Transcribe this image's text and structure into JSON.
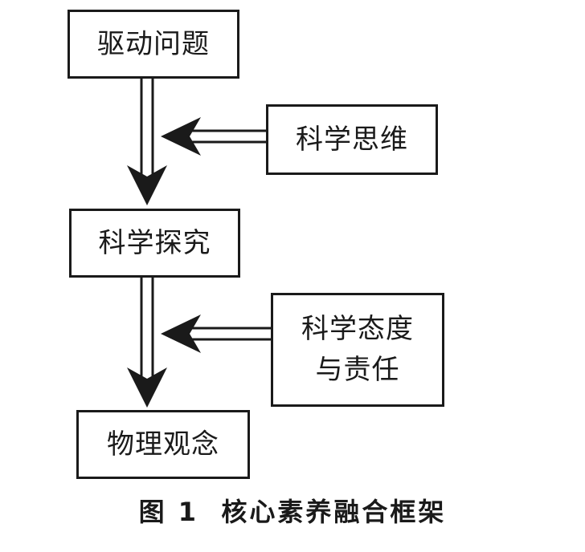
{
  "diagram": {
    "nodes": {
      "drive_question": "驱动问题",
      "scientific_thinking": "科学思维",
      "scientific_inquiry": "科学探究",
      "attitude_line1": "科学态度",
      "attitude_line2": "与责任",
      "physics_concept": "物理观念"
    },
    "caption": "图 1  核心素养融合框架"
  }
}
